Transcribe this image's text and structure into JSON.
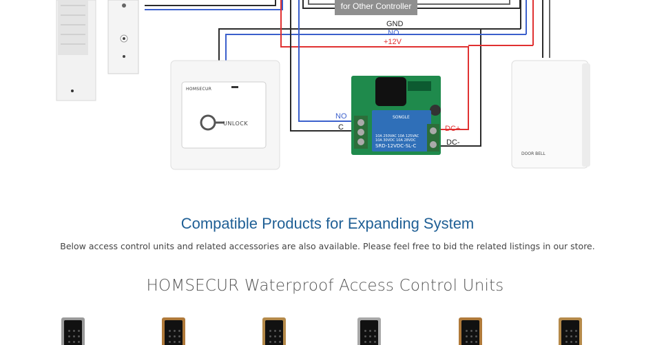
{
  "diagram": {
    "controller_tag": "for Other Controller",
    "wire_labels": {
      "gnd": "GND",
      "no_top": "NO",
      "plus12v": "+12V",
      "no_left": "NO",
      "c": "C",
      "dc_plus": "DC+",
      "dc_minus": "DC-"
    },
    "button_brand": "HOMSECUR",
    "button_text": "UNLOCK",
    "doorbell_text": "DOOR BELL",
    "relay": {
      "brand": "SONGLE",
      "spec_line1": "10A 250VAC  10A 125VAC",
      "spec_line2": "10A  30VDC  10A 28VDC",
      "model": "SRD-12VDC-SL-C"
    },
    "colors": {
      "wire_black": "#2a2a2a",
      "wire_blue": "#3a5fcc",
      "wire_red": "#e03030",
      "pcb_green": "#1f8a4c",
      "relay_blue": "#2f6fb8"
    }
  },
  "section": {
    "title": "Compatible Products for Expanding System",
    "subtitle": "Below access control units and related accessories are also available. Please feel free to bid the related listings in our store.",
    "units_title": "HOMSECUR Waterproof Access Control Units"
  },
  "products": [
    {
      "frame_color": "#9a9a9a"
    },
    {
      "frame_color": "#b07a3a"
    },
    {
      "frame_color": "#b58a4a"
    },
    {
      "frame_color": "#a8a8a8"
    },
    {
      "frame_color": "#b07a3a"
    },
    {
      "frame_color": "#b58a4a"
    }
  ]
}
